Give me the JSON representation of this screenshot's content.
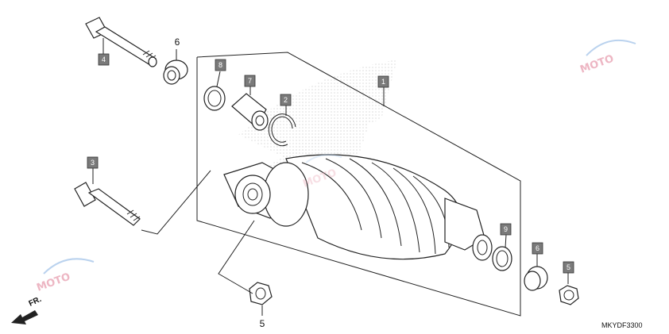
{
  "diagram_code": "MKYDF3300",
  "direction_label": "FR.",
  "callouts": {
    "c1": "1",
    "c2": "2",
    "c3": "3",
    "c4": "4",
    "c5": "5",
    "c6_top": "6",
    "c6_right": "6",
    "c7": "7",
    "c8": "8",
    "c9": "9"
  },
  "watermark": "MOTO",
  "icons": [
    "fr-arrow-icon",
    "moto-watermark-logo"
  ]
}
